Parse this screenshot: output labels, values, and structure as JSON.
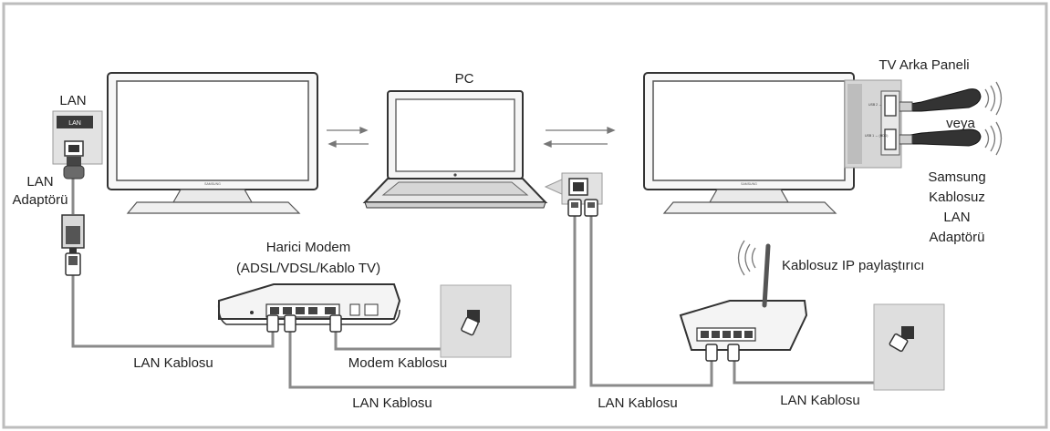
{
  "labels": {
    "pc": "PC",
    "tv_back_panel": "TV Arka Paneli",
    "lan": "LAN",
    "lan_port_small": "LAN",
    "lan_adapter_1": "LAN",
    "lan_adapter_2": "Adaptörü",
    "or": "veya",
    "samsung_adapter_1": "Samsung",
    "samsung_adapter_2": "Kablosuz",
    "samsung_adapter_3": "LAN",
    "samsung_adapter_4": "Adaptörü",
    "modem_1": "Harici Modem",
    "modem_2": "(ADSL/VDSL/Kablo TV)",
    "wireless_router": "Kablosuz IP paylaştırıcı",
    "lan_cable_left": "LAN Kablosu",
    "modem_cable": "Modem Kablosu",
    "lan_cable_middle": "LAN Kablosu",
    "lan_cable_router": "LAN Kablosu",
    "lan_cable_right": "LAN Kablosu",
    "usb_port_1": "USB 2 ↔",
    "usb_port_2": "USB 1 ↔ (HDD)",
    "tv_brand": "SAMSUNG"
  },
  "colors": {
    "frame": "#bdbdbd",
    "cable": "#8a8a8a",
    "outline": "#333333",
    "device_fill": "#f4f4f4",
    "wall": "#dedede"
  }
}
